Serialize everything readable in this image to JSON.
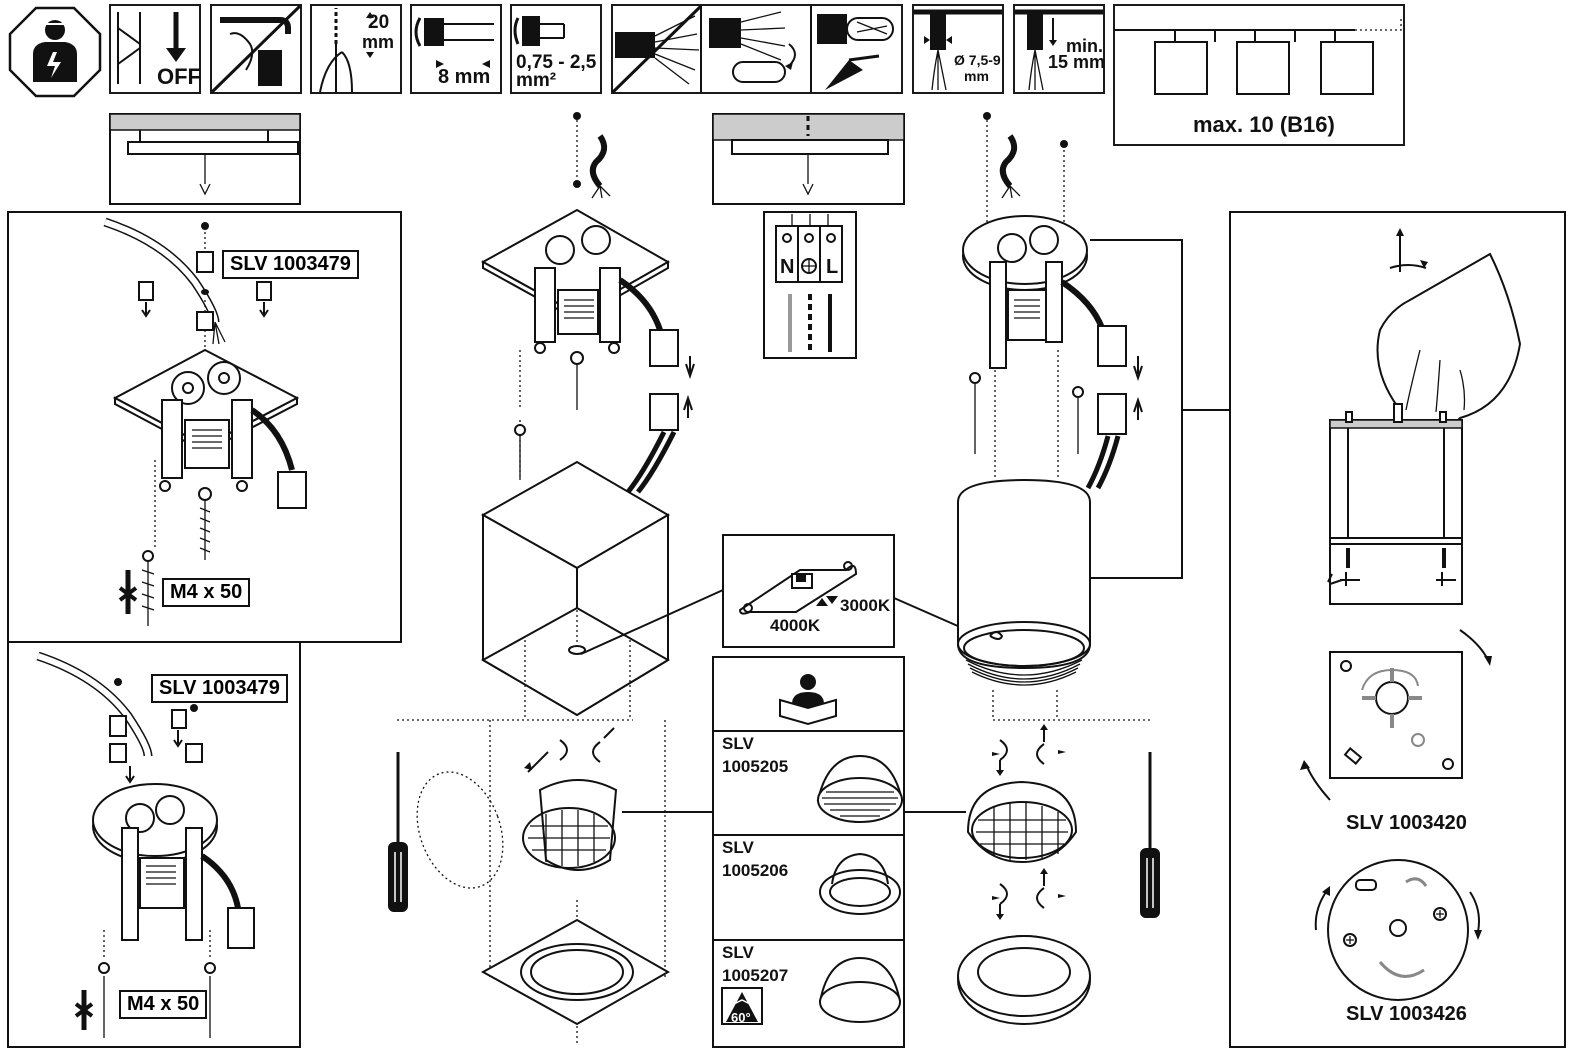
{
  "top_icons": {
    "off_label": "OFF",
    "strip_length": "20",
    "strip_unit": "mm",
    "insulation_length": "8 mm",
    "cross_section": "0,75 - 2,5",
    "cross_section_unit": "mm²",
    "cable_diameter": "Ø 7,5-9",
    "cable_diameter_unit": "mm",
    "min_length_prefix": "min.",
    "min_length": "15 mm",
    "max_units": "max. 10 (B16)"
  },
  "steps": {
    "left_top_accessory": "SLV 1003479",
    "left_top_screw": "M4 x 50",
    "left_bottom_accessory": "SLV 1003479",
    "left_bottom_screw": "M4 x 50",
    "terminal_n": "N",
    "terminal_l": "L",
    "switch_4000": "4000K",
    "switch_3000": "3000K"
  },
  "accessories": [
    {
      "brand": "SLV",
      "code": "1005205"
    },
    {
      "brand": "SLV",
      "code": "1005206"
    },
    {
      "brand": "SLV",
      "code": "1005207",
      "beam": "60°"
    }
  ],
  "right_panel": {
    "plate_square": "SLV 1003420",
    "plate_round": "SLV 1003426"
  }
}
